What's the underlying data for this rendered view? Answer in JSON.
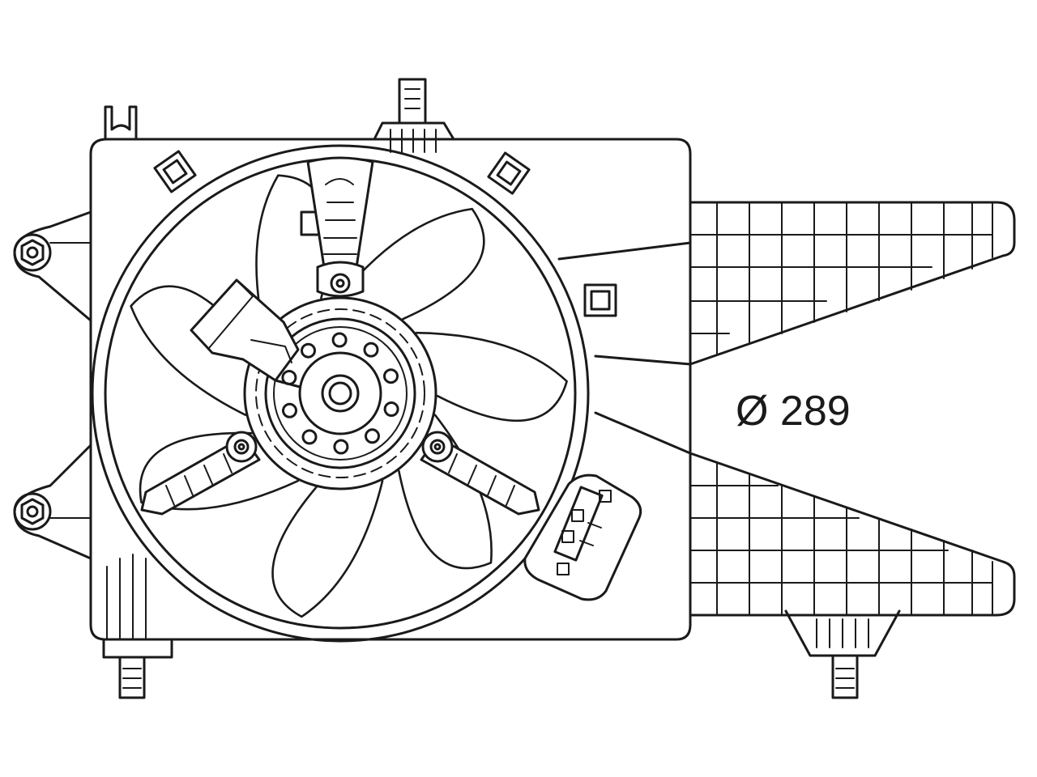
{
  "drawing": {
    "dimension_label": "Ø 289",
    "line_color": "#1a1a1a",
    "background": "#ffffff",
    "blade_count": 7,
    "hub_hole_count": 10
  }
}
